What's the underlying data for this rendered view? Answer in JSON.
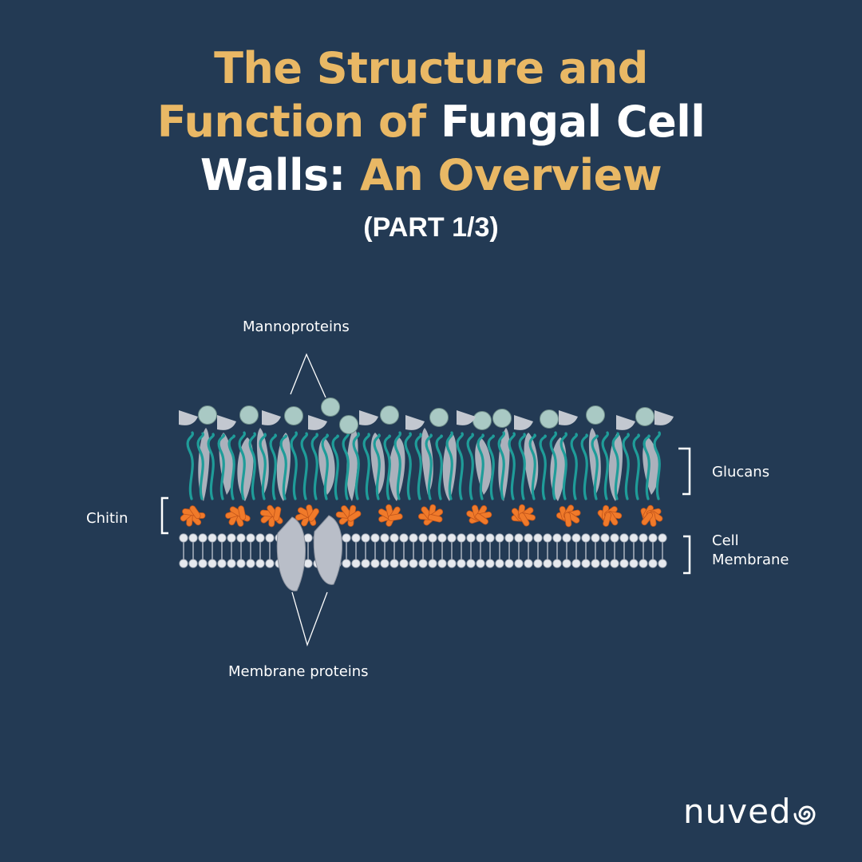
{
  "title": {
    "line1": "The Structure and",
    "line2_accent": "Function of",
    "line2_white": "Fungal Cell",
    "line3_white": "Walls:",
    "line3_accent": "An Overview"
  },
  "subtitle": "(PART 1/3)",
  "labels": {
    "mannoproteins": "Mannoproteins",
    "glucans": "Glucans",
    "chitin": "Chitin",
    "cell_membrane_line1": "Cell",
    "cell_membrane_line2": "Membrane",
    "membrane_proteins": "Membrane proteins"
  },
  "colors": {
    "background": "#233a54",
    "title_accent": "#e9b865",
    "chitin": "#f07a2a",
    "glucan": "#1f9c99",
    "mannoprotein": "#a9c9c4",
    "protein": "#b7bcc6"
  },
  "brand": {
    "name": "nuved",
    "mark_icon": "swirl-icon"
  }
}
